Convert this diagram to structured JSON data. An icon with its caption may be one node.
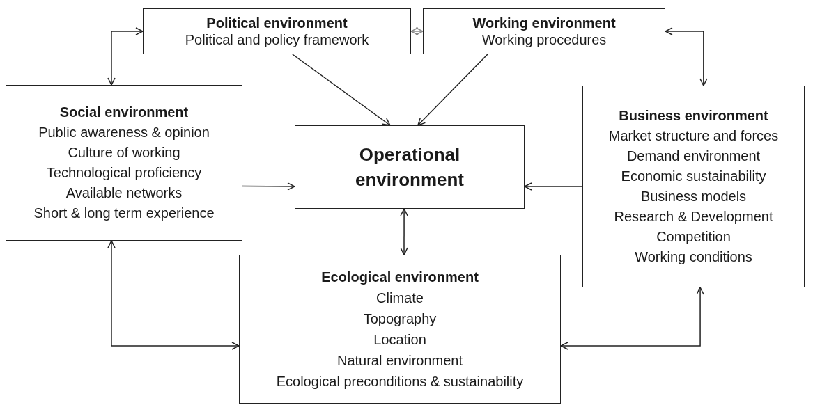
{
  "diagram": {
    "nodes": [
      {
        "text": [
          "Political environment",
          "Political and policy framework"
        ]
      },
      {
        "text": [
          "Working environment",
          "Working procedures"
        ]
      },
      {
        "text": [
          "Social environment",
          "Public awareness & opinion",
          "Culture of working",
          "Technological proficiency",
          "Available networks",
          "Short & long term experience"
        ]
      },
      {
        "text": [
          "Operational environment"
        ]
      },
      {
        "text": [
          "Business environment",
          "Market structure and forces",
          "Demand environment",
          "Economic sustainability",
          "Business models",
          "Research & Development",
          "Competition",
          "Working conditions"
        ]
      },
      {
        "text": [
          "Ecological environment",
          "Climate",
          "Topography",
          "Location",
          "Natural environment",
          "Ecological preconditions & sustainability"
        ]
      }
    ],
    "edges": [
      {
        "from": 0,
        "to": 1,
        "arrow": "both",
        "color": "#8a8a8a"
      },
      {
        "from": 0,
        "to": 2,
        "arrow": "both"
      },
      {
        "from": 1,
        "to": 4,
        "arrow": "both"
      },
      {
        "from": 0,
        "to": 3,
        "arrow": "to"
      },
      {
        "from": 1,
        "to": 3,
        "arrow": "to"
      },
      {
        "from": 2,
        "to": 3,
        "arrow": "to"
      },
      {
        "from": 4,
        "to": 3,
        "arrow": "to"
      },
      {
        "from": 3,
        "to": 5,
        "arrow": "both"
      },
      {
        "from": 2,
        "to": 5,
        "arrow": "both"
      },
      {
        "from": 4,
        "to": 5,
        "arrow": "both"
      }
    ]
  }
}
